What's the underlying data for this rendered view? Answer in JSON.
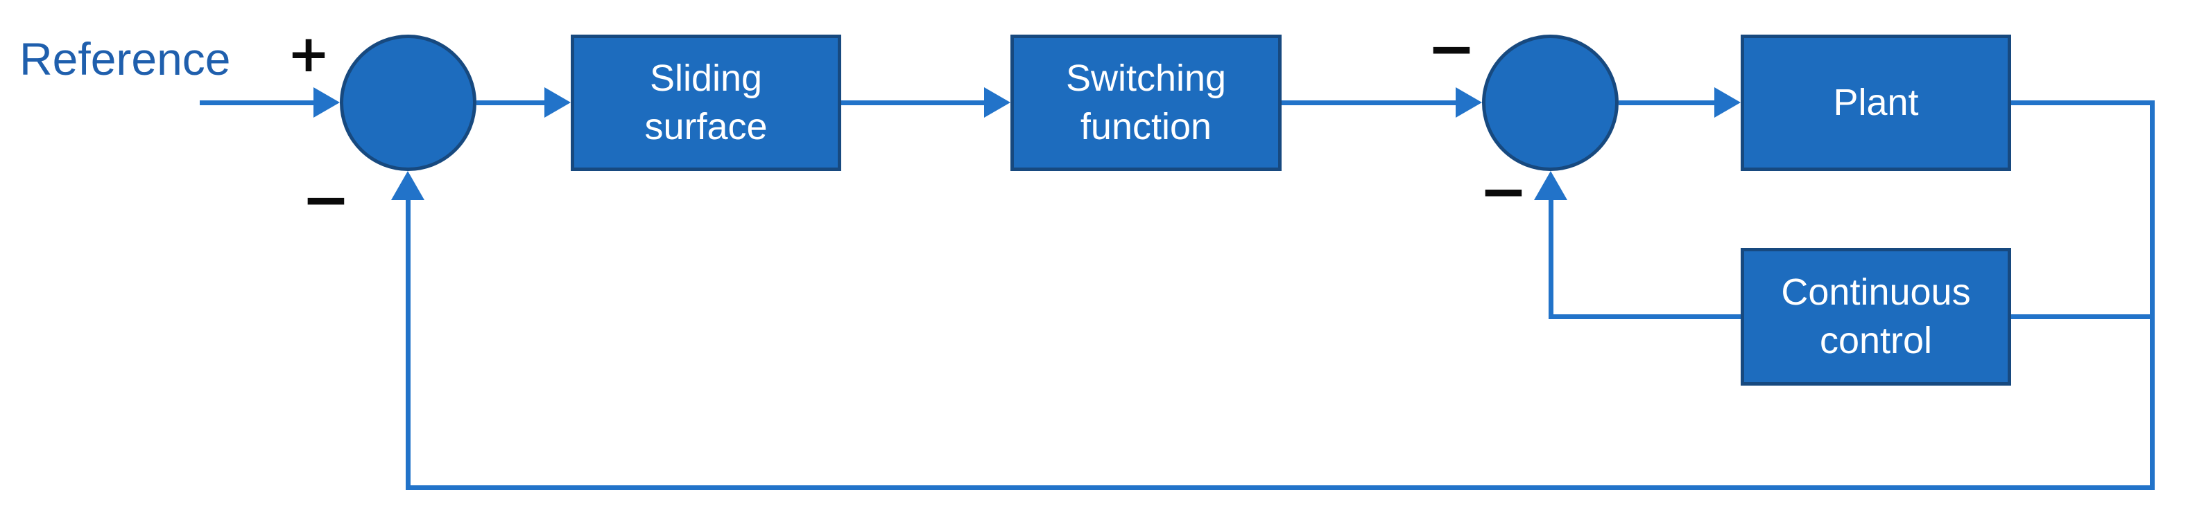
{
  "diagram_type": "control-system-block-diagram",
  "labels": {
    "reference": "Reference",
    "sliding_surface": "Sliding\nsurface",
    "switching_function": "Switching\nfunction",
    "plant": "Plant",
    "continuous_control": "Continuous\ncontrol"
  },
  "signs": {
    "sum1_input_sign": "+",
    "sum1_feedback_sign": "−",
    "sum2_input_sign": "−",
    "sum2_feedback_sign": "−"
  },
  "colors": {
    "block_fill": "#1d6cbe",
    "block_border": "#17497f",
    "line": "#2273c9",
    "reference_text": "#1f5fad",
    "sign": "#0a0a0a",
    "block_text": "#ffffff",
    "background": "#ffffff"
  },
  "connections": [
    "Reference -> Sum1 (+)",
    "Sum1 -> Sliding surface",
    "Sliding surface -> Switching function",
    "Switching function -> Sum2 (-)",
    "Sum2 -> Plant",
    "Plant output -> right rail -> Continuous control input",
    "Continuous control -> Sum2 bottom (-)",
    "Plant output -> right rail -> bottom rail -> Sum1 bottom (-)"
  ]
}
